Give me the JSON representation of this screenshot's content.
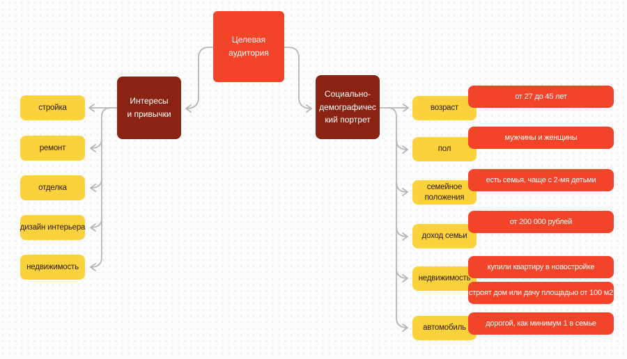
{
  "palette": {
    "red": "#F24428",
    "brown": "#8B2313",
    "yellow": "#FAD23C",
    "line": "#B6B6B6",
    "ink": "#2E1A0A",
    "paper": "#FCFCFC",
    "dot": "#E7E7E7"
  },
  "root_node": {
    "label": "Целевая\nаудитория"
  },
  "left_branch": {
    "node": {
      "label": "Интересы\nи привычки"
    },
    "items": [
      {
        "label": "стройка"
      },
      {
        "label": "ремонт"
      },
      {
        "label": "отделка"
      },
      {
        "label": "дизайн интерьера"
      },
      {
        "label": "недвижимость"
      }
    ]
  },
  "right_branch": {
    "node": {
      "label": "Социально-\nдемографичес\nкий портрет"
    },
    "items": [
      {
        "label": "возраст",
        "answers": [
          "от 27 до 45 лет"
        ]
      },
      {
        "label": "пол",
        "answers": [
          "мужчины и женщины"
        ]
      },
      {
        "label": "семейное\nположения",
        "answers": [
          "есть семья, чаще с 2-мя детьми"
        ]
      },
      {
        "label": "доход семьи",
        "answers": [
          "от 200 000 рублей"
        ]
      },
      {
        "label": "недвижимость",
        "answers": [
          "купили квартиру в новостройке",
          "строят дом или дачу площадью от 100 м2"
        ]
      },
      {
        "label": "автомобиль",
        "answers": [
          "дорогой, как минимум 1 в семье"
        ]
      }
    ]
  }
}
